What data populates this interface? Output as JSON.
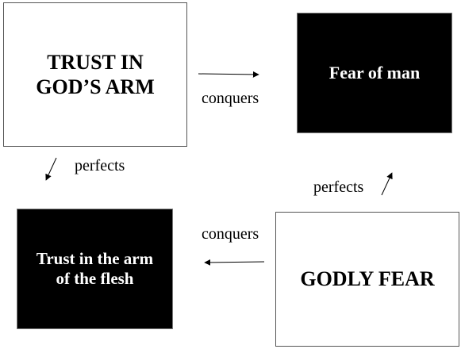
{
  "boxes": {
    "trust_god": {
      "line1": "TRUST IN",
      "line2": "GOD’S ARM"
    },
    "fear_man": {
      "text": "Fear of man"
    },
    "trust_flesh": {
      "line1": "Trust in the arm",
      "line2": "of the flesh"
    },
    "godly_fear": {
      "text": "GODLY FEAR"
    }
  },
  "labels": {
    "conquers_top": "conquers",
    "perfects_left": "perfects",
    "perfects_right": "perfects",
    "conquers_bottom": "conquers"
  },
  "colors": {
    "dark_fill": "#000000",
    "light_fill": "#ffffff",
    "arrow": "#000000"
  }
}
